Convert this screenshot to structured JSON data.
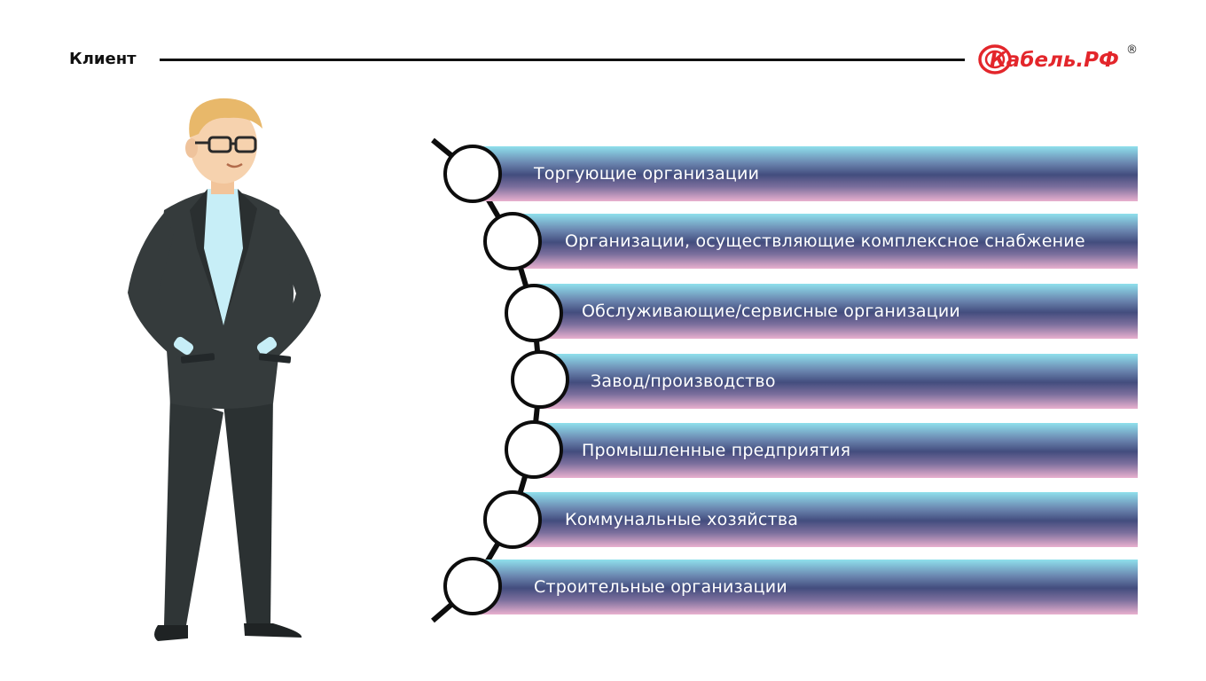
{
  "header": {
    "title": "Клиент",
    "logo_text": "Кабель.РФ",
    "logo_mark": "®",
    "accent_color": "#e3262b"
  },
  "client_types": [
    {
      "label": "Торгующие организации"
    },
    {
      "label": "Организации, осуществляющие комплексное снабжение"
    },
    {
      "label": "Обслуживающие/сервисные организации"
    },
    {
      "label": "Завод/производство"
    },
    {
      "label": "Промышленные предприятия"
    },
    {
      "label": "Коммунальные хозяйства"
    },
    {
      "label": "Строительные организации"
    }
  ],
  "colors": {
    "bar_top": "#8fe0ec",
    "bar_middle": "#434d7e",
    "bar_bottom": "#e9b0cf",
    "suit": "#353b3c",
    "shirt": "#c7eef7",
    "hair": "#e8b86a"
  }
}
